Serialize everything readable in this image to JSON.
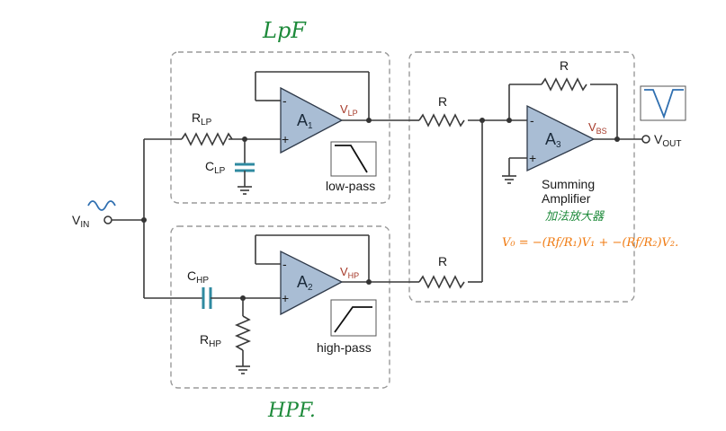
{
  "annotations": {
    "lpf": "LpF",
    "hpf": "HPF.",
    "chinese": "加法放大器",
    "formula": "V₀ = −(Rf/R₁)V₁ + −(Rf/R₂)V₂."
  },
  "labels": {
    "r_lp": "R",
    "r_lp_sub": "LP",
    "c_lp": "C",
    "c_lp_sub": "LP",
    "c_hp": "C",
    "c_hp_sub": "HP",
    "r_hp": "R",
    "r_hp_sub": "HP",
    "r_top": "R",
    "r_bottom": "R",
    "r_feedback": "R",
    "a1": "A",
    "a1_sub": "1",
    "a2": "A",
    "a2_sub": "2",
    "a3": "A",
    "a3_sub": "3",
    "v_lp": "V",
    "v_lp_sub": "LP",
    "v_hp": "V",
    "v_hp_sub": "HP",
    "v_bs": "V",
    "v_bs_sub": "BS",
    "v_out": "V",
    "v_out_sub": "OUT",
    "v_in": "V",
    "v_in_sub": "IN",
    "low_pass": "low-pass",
    "high_pass": "high-pass",
    "summing_1": "Summing",
    "summing_2": "Amplifier",
    "minus": "-",
    "plus": "+"
  }
}
